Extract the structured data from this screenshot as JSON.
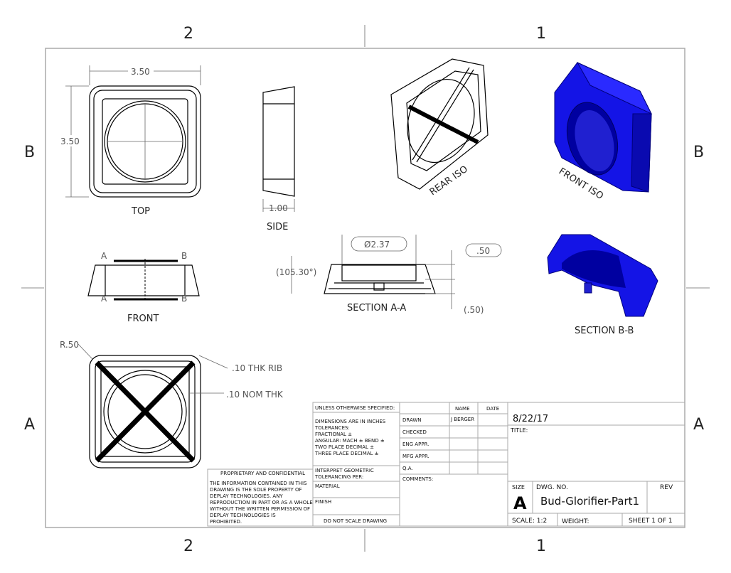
{
  "zones": {
    "top": [
      "2",
      "1"
    ],
    "bottom": [
      "2",
      "1"
    ],
    "left": [
      "B",
      "A"
    ],
    "right": [
      "B",
      "A"
    ]
  },
  "views": {
    "top": {
      "label": "TOP",
      "width": "3.50",
      "height": "3.50"
    },
    "side": {
      "label": "SIDE",
      "depth": "1.00"
    },
    "rear_iso": {
      "label": "REAR ISO"
    },
    "front_iso": {
      "label": "FRONT ISO"
    },
    "front": {
      "label": "FRONT",
      "section_marker_a": "A",
      "section_marker_b": "B"
    },
    "section_aa": {
      "label": "SECTION A-A",
      "diameter": "Ø2.37",
      "angle": "(105.30°)",
      "height1": ".50",
      "height2": "(.50)"
    },
    "section_bb": {
      "label": "SECTION B-B"
    },
    "bottom": {
      "radius": "R.50",
      "rib": ".10 THK RIB",
      "wall": ".10 NOM THK"
    }
  },
  "title_block": {
    "unless": "UNLESS OTHERWISE SPECIFIED:",
    "tolerances": [
      "DIMENSIONS ARE IN INCHES",
      "TOLERANCES:",
      "FRACTIONAL ±",
      "ANGULAR: MACH ±    BEND ±",
      "TWO PLACE DECIMAL   ±",
      "THREE PLACE DECIMAL  ±"
    ],
    "interpret": [
      "INTERPRET GEOMETRIC",
      "TOLERANCING PER:"
    ],
    "material": "MATERIAL",
    "finish": "FINISH",
    "do_not_scale": "DO NOT SCALE DRAWING",
    "proprietary_title": "PROPRIETARY AND CONFIDENTIAL",
    "proprietary_text": [
      "THE INFORMATION CONTAINED IN THIS",
      "DRAWING IS THE SOLE PROPERTY OF",
      "DEPLAY TECHNOLOGIES. ANY",
      "REPRODUCTION IN PART OR AS A WHOLE",
      "WITHOUT THE WRITTEN PERMISSION OF",
      "DEPLAY TECHNOLOGIES IS",
      "PROHIBITED."
    ],
    "col_name": "NAME",
    "col_date": "DATE",
    "rows": [
      {
        "label": "DRAWN",
        "name": "J BERGER"
      },
      {
        "label": "CHECKED",
        "name": ""
      },
      {
        "label": "ENG APPR.",
        "name": ""
      },
      {
        "label": "MFG APPR.",
        "name": ""
      },
      {
        "label": "Q.A.",
        "name": ""
      }
    ],
    "comments": "COMMENTS:",
    "date": "8/22/17",
    "title_label": "TITLE:",
    "size_label": "SIZE",
    "size": "A",
    "dwg_no_label": "DWG.  NO.",
    "dwg_no": "Bud-Glorifier-Part1",
    "rev_label": "REV",
    "scale": "SCALE: 1:2",
    "weight": "WEIGHT:",
    "sheet": "SHEET 1 OF 1"
  },
  "colors": {
    "part_blue": "#1414e6",
    "part_blue_dark": "#00007a"
  }
}
